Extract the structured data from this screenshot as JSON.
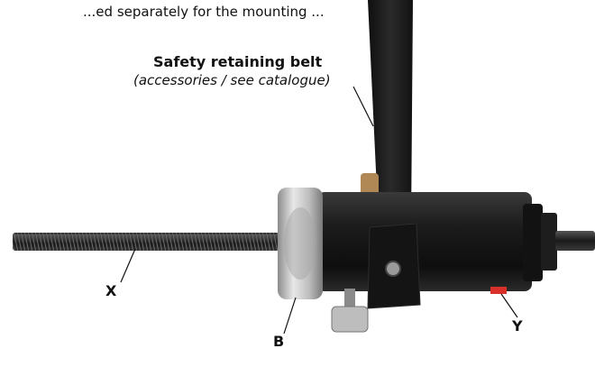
{
  "caption": {
    "top_text": "...ed separately for the mounting ...",
    "title": "Safety retaining belt",
    "subtitle": "(accessories / see catalogue)"
  },
  "callouts": {
    "x": "X",
    "b": "B",
    "y": "Y"
  },
  "colors": {
    "cylinder": "#1a1a1a",
    "belt": "#1c1c1c",
    "ring": "#c9c9c9",
    "accent": "#d9302a"
  }
}
